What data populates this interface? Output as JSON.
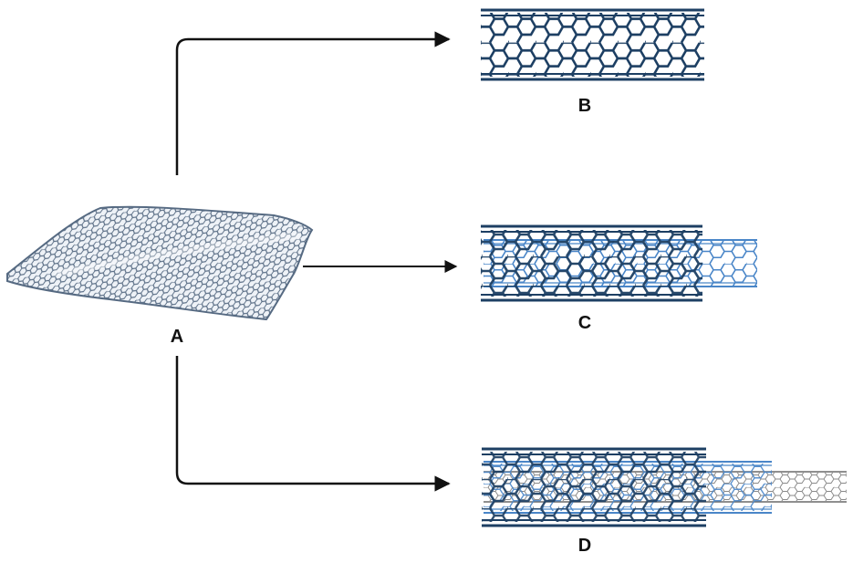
{
  "labels": {
    "sheet": "A",
    "single_wall": "B",
    "double_wall": "C",
    "multi_wall": "D"
  },
  "colors": {
    "outer_tube": "#1d3f63",
    "inner_tube": "#4a86c8",
    "innermost_tube": "#8a8a8a",
    "sheet_edge": "#566a82",
    "sheet_fill": "#eef2f7",
    "arrow": "#111111"
  }
}
